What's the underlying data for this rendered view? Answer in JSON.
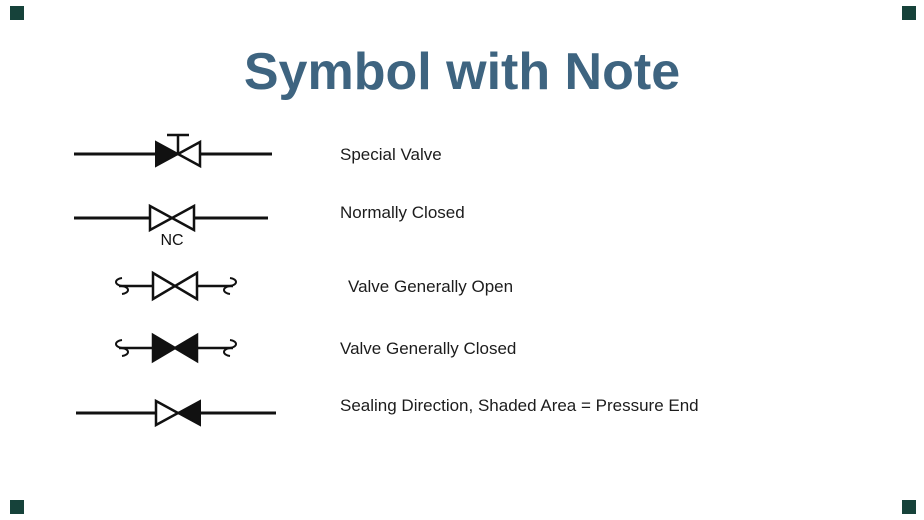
{
  "title": "Symbol with Note",
  "title_color": "#3e6480",
  "ink_color": "#111111",
  "corner_marker_color": "#16423a",
  "rows": [
    {
      "label": "Special Valve",
      "symbol": "valve-left-shaded-with-tee-stem"
    },
    {
      "label": "Normally Closed",
      "symbol": "open-valve-with-nc-note",
      "note": "NC"
    },
    {
      "label": "Valve Generally Open",
      "symbol": "open-valve-with-pipe-break-ends"
    },
    {
      "label": "Valve Generally Closed",
      "symbol": "closed-valve-with-pipe-break-ends"
    },
    {
      "label": "Sealing Direction, Shaded Area = Pressure End",
      "symbol": "valve-right-shaded"
    }
  ]
}
